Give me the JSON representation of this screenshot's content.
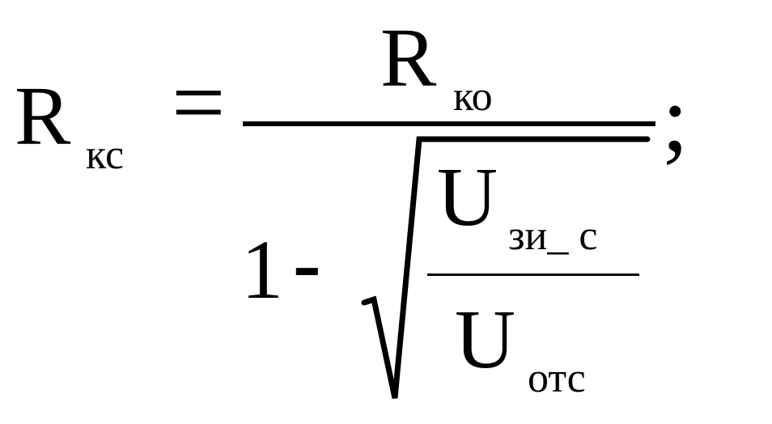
{
  "formula": {
    "lhs": {
      "symbol": "R",
      "subscript": "кс"
    },
    "equals": "=",
    "numerator": {
      "symbol": "R",
      "subscript": "ко"
    },
    "denominator": {
      "one": "1",
      "minus": "-",
      "inner_numerator": {
        "symbol": "U",
        "subscript": "зи_ с"
      },
      "inner_denominator": {
        "symbol": "U",
        "subscript": "отс"
      }
    },
    "terminator": ";"
  }
}
